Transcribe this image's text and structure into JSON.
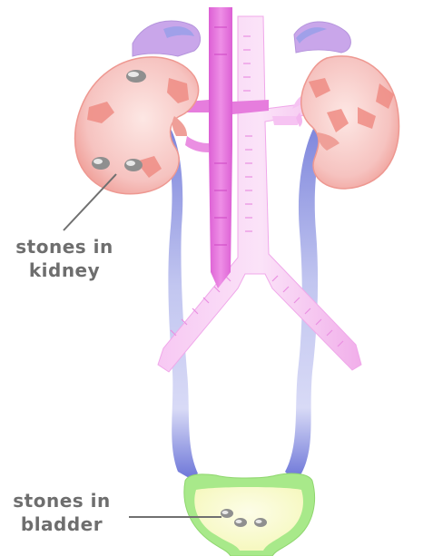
{
  "labels": {
    "kidney": {
      "line1": "stones in",
      "line2": "kidney"
    },
    "bladder": {
      "line1": "stones in",
      "line2": "bladder"
    }
  },
  "colors": {
    "kidney_fill": "#f6c8c6",
    "kidney_shade": "#ee8c84",
    "adrenal": "#c9a3e6",
    "ureter": "#8f94e0",
    "vein": "#ec9be8",
    "vein_light": "#f5c4f0",
    "artery": "#e467d9",
    "bladder_rim": "#a8e98a",
    "bladder_fill": "#fafbd2",
    "stone": "#9a9a9a",
    "pointer_line": "#707070",
    "label_text": "#6e6e6e"
  }
}
